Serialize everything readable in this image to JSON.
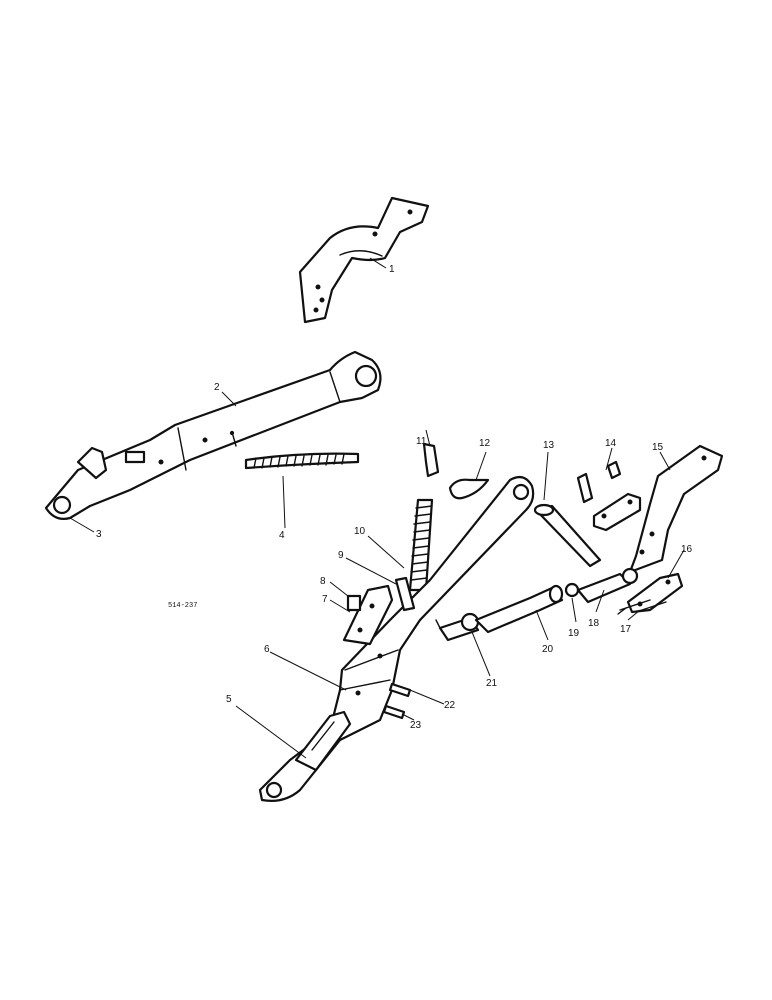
{
  "figure_ref": "514-237",
  "callouts": {
    "c1": "1",
    "c2": "2",
    "c3": "3",
    "c4": "4",
    "c5": "5",
    "c6": "6",
    "c7": "7",
    "c8": "8",
    "c9": "9",
    "c10": "10",
    "c11": "11",
    "c12": "12",
    "c13": "13",
    "c14": "14",
    "c15": "15",
    "c16": "16",
    "c17": "17",
    "c18": "18",
    "c19": "19",
    "c20": "20",
    "c21": "21",
    "c22": "22",
    "c23": "23"
  }
}
